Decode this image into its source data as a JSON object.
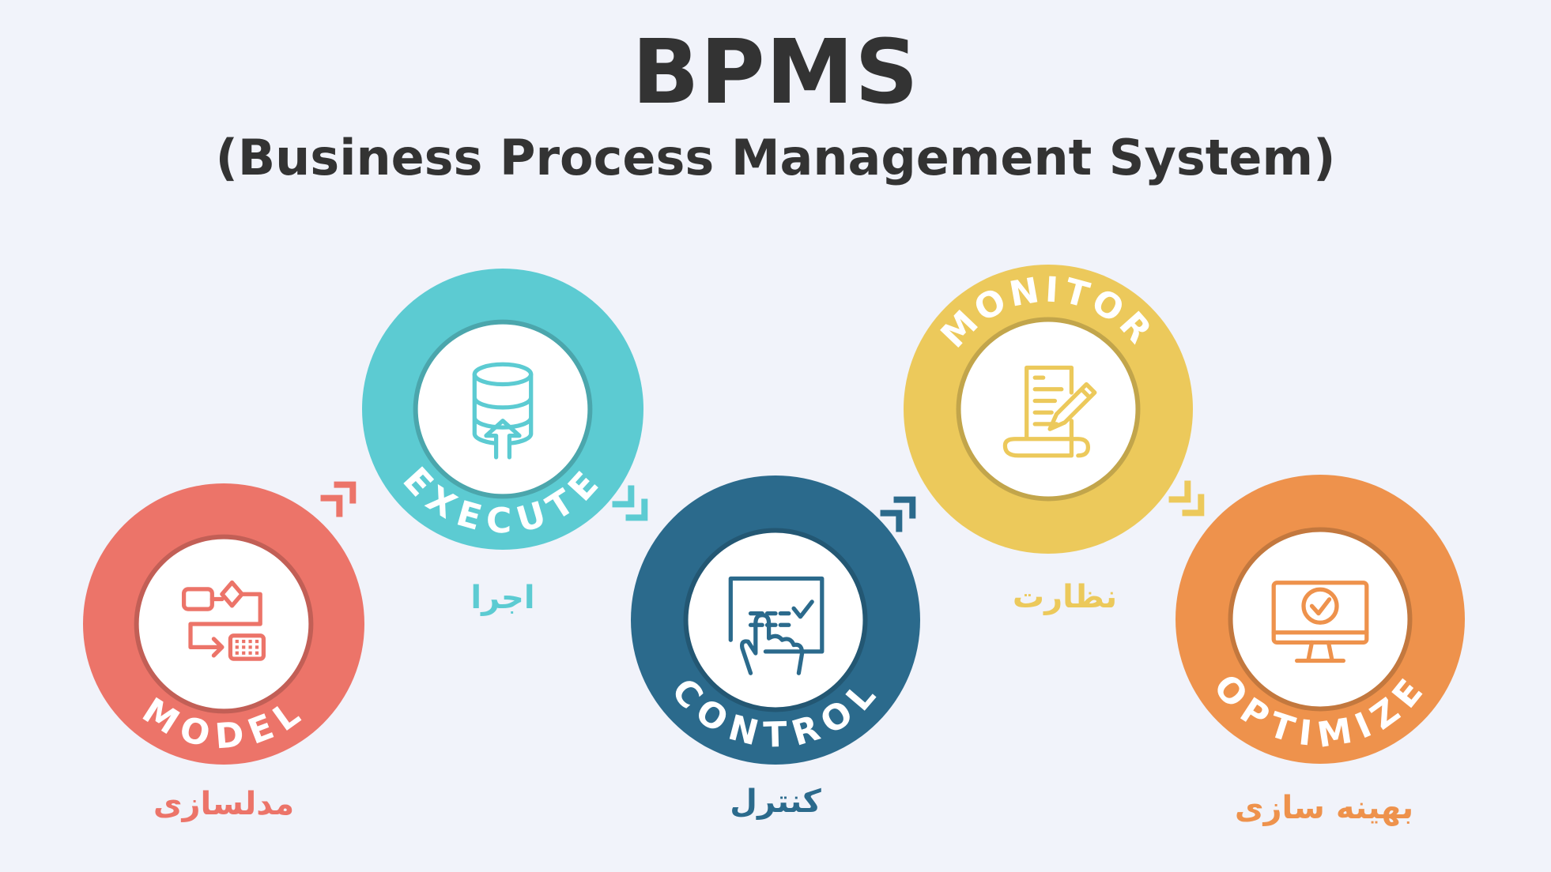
{
  "header": {
    "title": "BPMS",
    "subtitle": "(Business Process Management System)"
  },
  "stages": [
    {
      "id": "model",
      "label": "MODEL",
      "persian": "مدلسازی",
      "color": "#ec7469",
      "icon": "flowchart-icon"
    },
    {
      "id": "execute",
      "label": "EXECUTE",
      "persian": "اجرا",
      "color": "#5ccbd2",
      "icon": "database-upload-icon"
    },
    {
      "id": "control",
      "label": "CONTROL",
      "persian": "کنترل",
      "color": "#2b6a8c",
      "icon": "touch-checklist-icon"
    },
    {
      "id": "monitor",
      "label": "MONITOR",
      "persian": "نظارت",
      "color": "#ecc95b",
      "icon": "document-pen-icon"
    },
    {
      "id": "optimize",
      "label": "OPTIMIZE",
      "persian": "بهینه سازی",
      "color": "#ee924c",
      "icon": "monitor-check-icon"
    }
  ],
  "connectors": [
    {
      "from": "model",
      "to": "execute",
      "color": "#ec7469",
      "icon": "double-chevron-up-right-icon"
    },
    {
      "from": "execute",
      "to": "control",
      "color": "#5ccbd2",
      "icon": "double-chevron-down-right-icon"
    },
    {
      "from": "control",
      "to": "monitor",
      "color": "#2b6a8c",
      "icon": "double-chevron-up-right-icon"
    },
    {
      "from": "monitor",
      "to": "optimize",
      "color": "#ecc95b",
      "icon": "double-chevron-down-right-icon"
    }
  ]
}
